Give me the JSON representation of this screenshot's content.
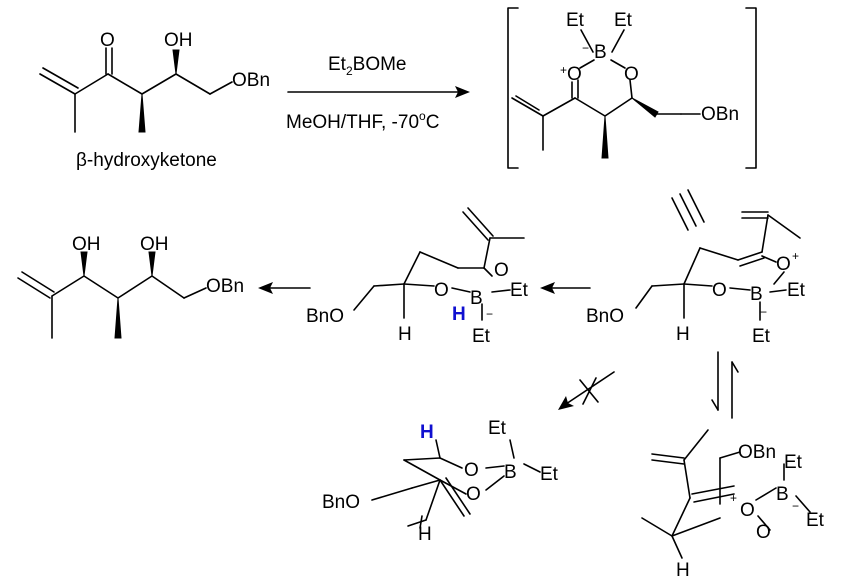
{
  "reagent": {
    "line1_base": "Et",
    "line1_sub": "2",
    "line1_rest": "BOMe",
    "line2": "MeOH/THF, -70",
    "line2_deg": "o",
    "line2_unit": "C"
  },
  "start_caption": "β-hydroxyketone",
  "atoms": {
    "O": "O",
    "OH": "OH",
    "OBn": "OBn",
    "BnO": "BnO",
    "B": "B",
    "Et": "Et",
    "H": "H",
    "plus": "+",
    "minus": "−"
  },
  "colors": {
    "hydride": "#1010d0",
    "ink": "#000000"
  }
}
